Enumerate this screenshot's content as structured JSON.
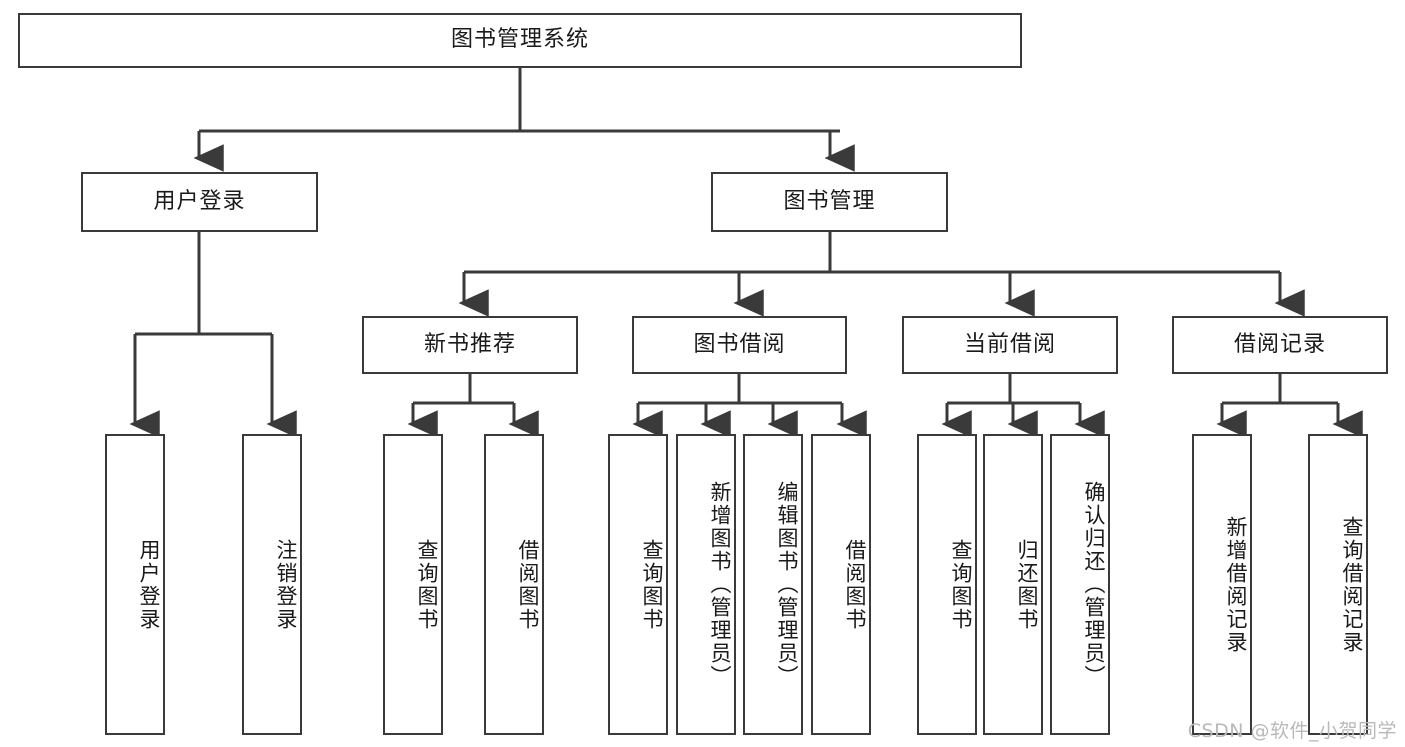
{
  "diagram": {
    "title": "图书管理系统",
    "watermark": "CSDN @软件_小贺同学",
    "root": {
      "label": "图书管理系统"
    },
    "level2": [
      {
        "label": "用户登录"
      },
      {
        "label": "图书管理"
      }
    ],
    "level3": [
      {
        "label": "新书推荐"
      },
      {
        "label": "图书借阅"
      },
      {
        "label": "当前借阅"
      },
      {
        "label": "借阅记录"
      }
    ],
    "leaves": {
      "user_login": [
        {
          "label": "用户登录"
        },
        {
          "label": "注销登录"
        }
      ],
      "new_book": [
        {
          "label": "查询图书"
        },
        {
          "label": "借阅图书"
        }
      ],
      "book_borrow": [
        {
          "label": "查询图书"
        },
        {
          "label": "新增图书（管理员）"
        },
        {
          "label": "编辑图书（管理员）"
        },
        {
          "label": "借阅图书"
        }
      ],
      "current_borrow": [
        {
          "label": "查询图书"
        },
        {
          "label": "归还图书"
        },
        {
          "label": "确认归还（管理员）"
        }
      ],
      "borrow_record": [
        {
          "label": "新增借阅记录"
        },
        {
          "label": "查询借阅记录"
        }
      ]
    }
  },
  "colors": {
    "stroke": "#3a3a3a",
    "fill": "#ffffff",
    "text": "#1a1a1a",
    "watermark": "#b9b9b9"
  }
}
